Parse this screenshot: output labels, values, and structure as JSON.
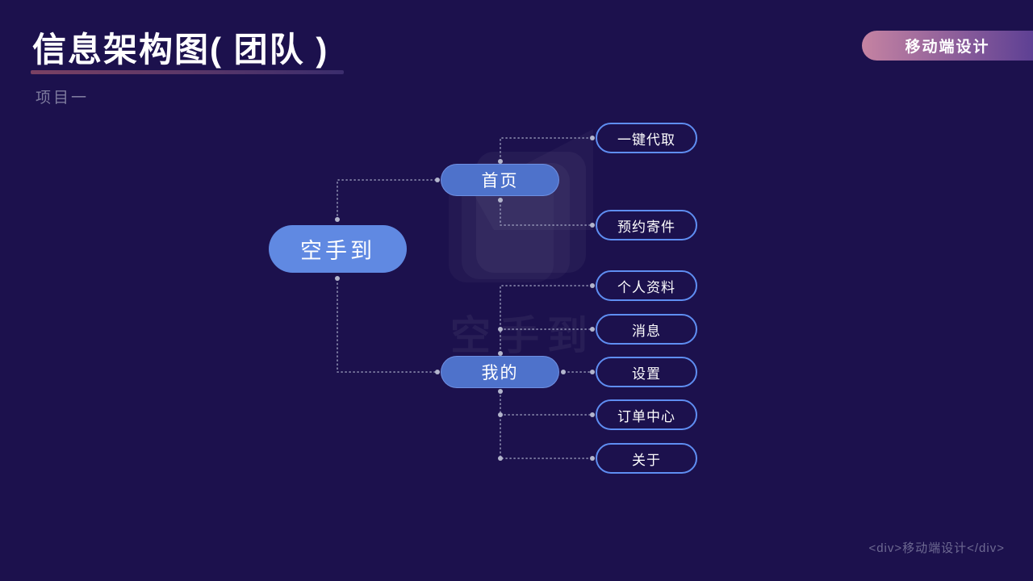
{
  "page": {
    "title": "信息架构图( 团队 )",
    "subtitle": "项目一",
    "badge_label": "移动端设计",
    "watermark": "空手到",
    "footer": "<div>移动端设计</div>"
  },
  "colors": {
    "background": "#1c114d",
    "root_fill": "#6089e2",
    "branch_fill": "#4e72cb",
    "leaf_border": "#5f8ef2",
    "connector": "#a2a5c3",
    "underline_gradient": [
      "#7b4163",
      "#3b2d6d"
    ],
    "badge_gradient": [
      "#c583a2",
      "#5e4094"
    ]
  },
  "tree": {
    "root": {
      "label": "空手到"
    },
    "branches": [
      {
        "label": "首页",
        "children": [
          {
            "label": "一键代取"
          },
          {
            "label": "预约寄件"
          }
        ]
      },
      {
        "label": "我的",
        "children": [
          {
            "label": "个人资料"
          },
          {
            "label": "消息"
          },
          {
            "label": "设置"
          },
          {
            "label": "订单中心"
          },
          {
            "label": "关于"
          }
        ]
      }
    ]
  }
}
